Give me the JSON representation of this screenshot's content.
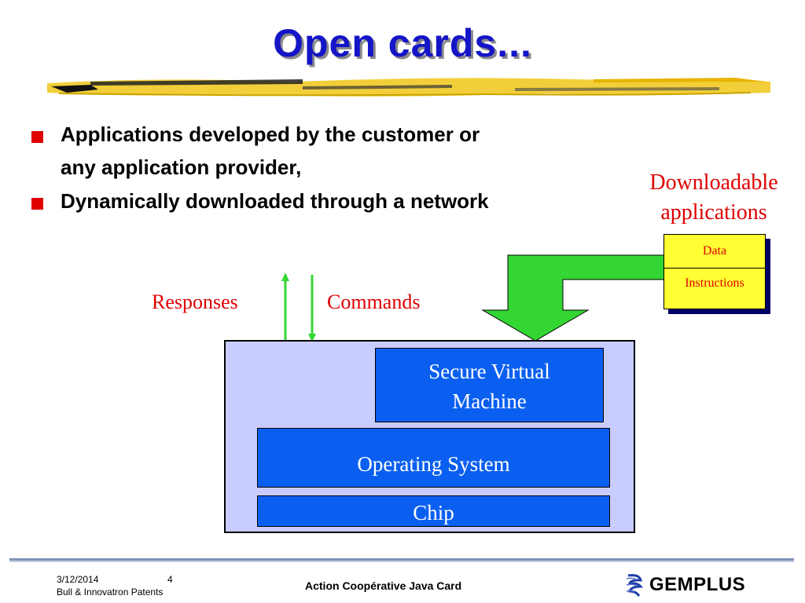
{
  "slide": {
    "title": "Open cards...",
    "bullets": [
      {
        "lines": [
          "Applications developed by the customer or",
          "any application provider,"
        ]
      },
      {
        "lines": [
          "Dynamically downloaded through a network"
        ]
      }
    ]
  },
  "diagram": {
    "downloadable_label": [
      "Downloadable",
      "applications"
    ],
    "app_box": {
      "data": "Data",
      "instructions": "Instructions"
    },
    "responses": "Responses",
    "commands": "Commands",
    "layers": {
      "svm": [
        "Secure Virtual",
        "Machine"
      ],
      "os": "Operating System",
      "chip": "Chip"
    },
    "colors": {
      "title": "#1515c8",
      "bullet": "#e00000",
      "label_red": "#e00000",
      "arrow_green": "#33d633",
      "card_bg": "#c8ccff",
      "layer_blue": "#0a5ff0",
      "app_box_yellow": "#ffff33"
    }
  },
  "footer": {
    "date": "3/12/2014",
    "page": "4",
    "org": "Bull & Innovatron Patents",
    "center": "Action Coopérative Java Card",
    "logo_text": "GEMPLUS",
    "logo_icon": "gemplus-logo-icon"
  }
}
